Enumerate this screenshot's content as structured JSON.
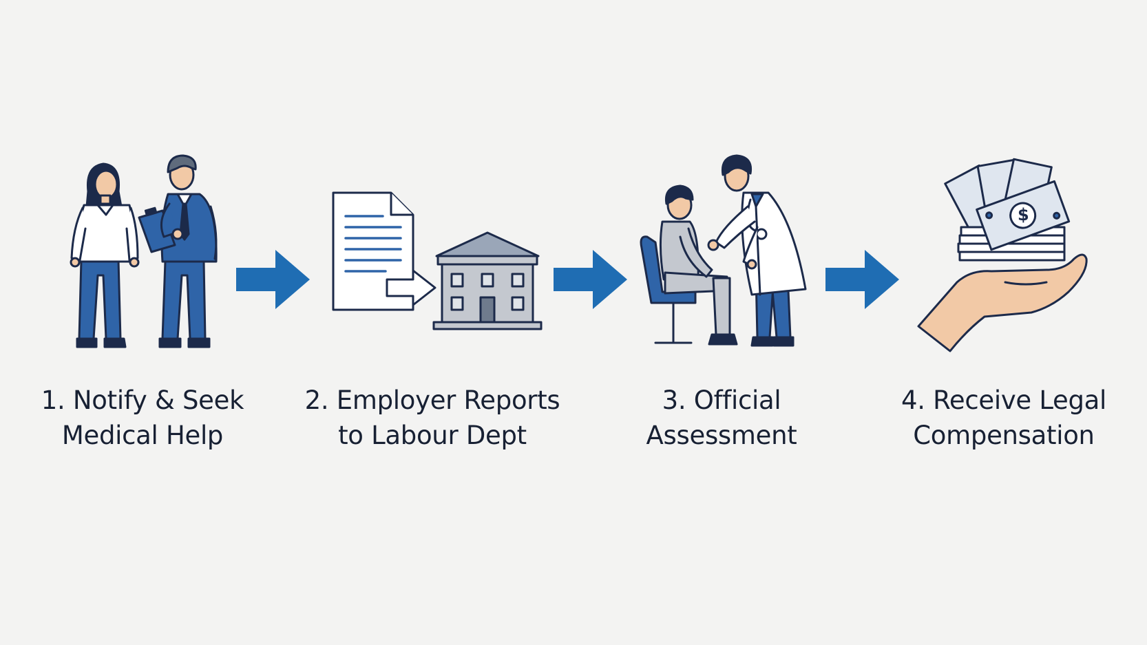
{
  "colors": {
    "background": "#f3f3f2",
    "navy": "#1c2a4a",
    "blue": "#2f64a8",
    "arrow": "#1f6db3",
    "grey": "#c4c8cf",
    "skin": "#f2c9a6",
    "white": "#ffffff"
  },
  "steps": [
    {
      "lines": [
        "1. Notify & Seek",
        "Medical Help"
      ],
      "icons": [
        "woman-icon",
        "man-with-clipboard-icon"
      ]
    },
    {
      "lines": [
        "2. Employer Reports",
        "to Labour Dept"
      ],
      "icons": [
        "document-icon",
        "government-building-icon"
      ]
    },
    {
      "lines": [
        "3. Official",
        "Assessment"
      ],
      "icons": [
        "patient-in-chair-icon",
        "doctor-icon"
      ]
    },
    {
      "lines": [
        "4. Receive Legal",
        "Compensation"
      ],
      "icons": [
        "hand-with-money-icon"
      ]
    }
  ]
}
